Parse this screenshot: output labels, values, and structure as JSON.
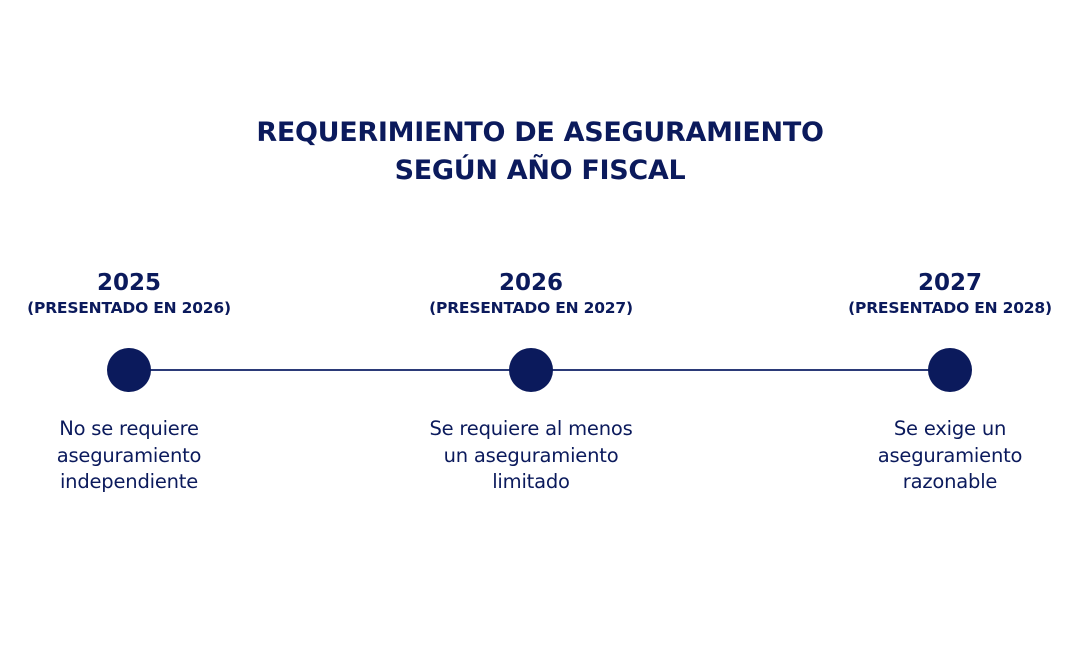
{
  "title": {
    "line1": "REQUERIMIENTO DE ASEGURAMIENTO",
    "line2": "SEGÚN AÑO FISCAL"
  },
  "colors": {
    "primary": "#0b1a5c",
    "line": "#2b3a78",
    "background": "#ffffff"
  },
  "timeline": {
    "milestones": [
      {
        "year": "2025",
        "presented": "(PRESENTADO EN 2026)",
        "description": [
          "No se requiere",
          "aseguramiento",
          "independiente"
        ]
      },
      {
        "year": "2026",
        "presented": "(PRESENTADO EN 2027)",
        "description": [
          "Se requiere al menos",
          "un aseguramiento",
          "limitado"
        ]
      },
      {
        "year": "2027",
        "presented": "(PRESENTADO EN 2028)",
        "description": [
          "Se exige un",
          "aseguramiento",
          "razonable"
        ]
      }
    ]
  }
}
